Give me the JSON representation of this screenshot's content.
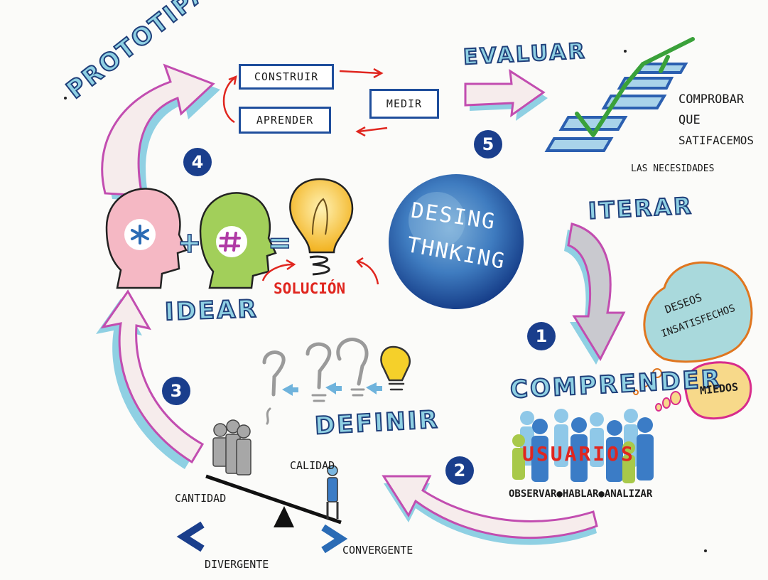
{
  "stages": {
    "prototipar": "PROTOTIPAR",
    "evaluar": "EVALUAR",
    "iterar": "ITERAR",
    "comprender": "COMPRENDER",
    "definir": "DEFINIR",
    "idear": "IDEAR"
  },
  "numbers": [
    "1",
    "2",
    "3",
    "4",
    "5"
  ],
  "center": {
    "line1": "DESING",
    "line2": "THNKING"
  },
  "prototype_loop": {
    "construir": "CONSTRUIR",
    "aprender": "APRENDER",
    "medir": "MEDIR"
  },
  "evaluar_note": {
    "line1": "COMPROBAR",
    "line2": "QUE",
    "line3": "SATIFACEMOS",
    "line4": "LAS NECESIDADES"
  },
  "comprender": {
    "bubble1_line1": "DESEOS",
    "bubble1_line2": "INSATISFECHOS",
    "bubble2": "MIEDOS",
    "users": "USUARIOS",
    "actions": "OBSERVAR●HABLAR●ANALIZAR"
  },
  "idear": {
    "solucion": "SOLUCIÓN",
    "plus": "+",
    "equals": "="
  },
  "definir": {
    "calidad": "CALIDAD",
    "cantidad": "CANTIDAD",
    "divergente": "DIVERGENTE",
    "convergente": "CONVERGENTE"
  },
  "colors": {
    "navy": "#1a3e8c",
    "arrow_fill": "#f6ecec",
    "arrow_pink": "#c24db0",
    "arrow_teal": "#8fd0e3",
    "red": "#e0261f",
    "check_green": "#3aa13a"
  }
}
